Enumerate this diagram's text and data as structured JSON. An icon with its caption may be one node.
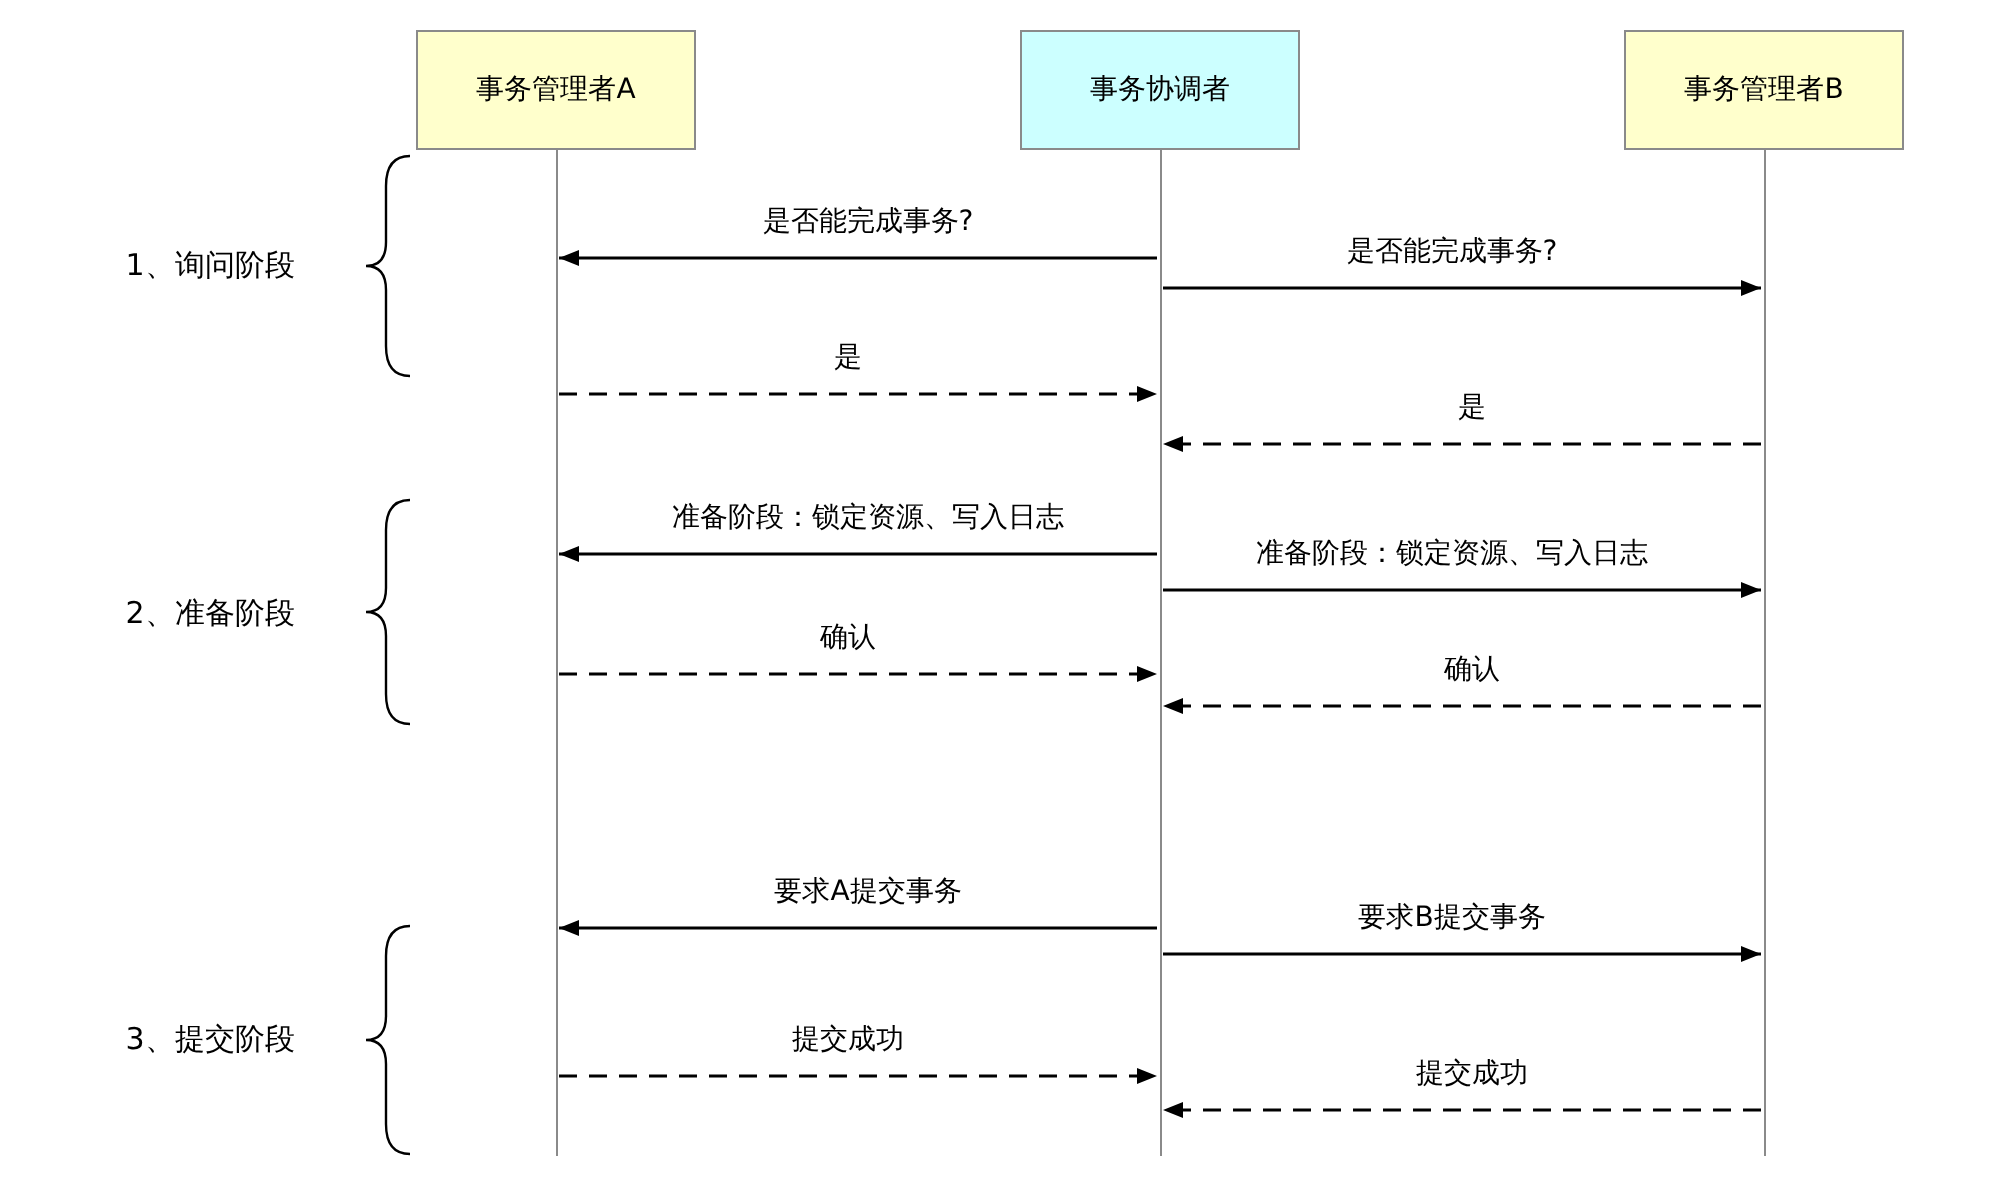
{
  "diagram": {
    "nodes": [
      {
        "text": [
          "事务管理者A"
        ]
      },
      {
        "text": [
          "事务协调者"
        ]
      },
      {
        "text": [
          "事务管理者B"
        ]
      },
      {
        "text": [],
        "shape": "bar"
      },
      {
        "text": [],
        "shape": "bar"
      },
      {
        "text": [],
        "shape": "bar"
      }
    ],
    "edges": [
      {
        "from": 4,
        "to": 3,
        "arrow": "to",
        "label": "是否能完成事务?"
      },
      {
        "from": 4,
        "to": 5,
        "arrow": "to",
        "label": "是否能完成事务?"
      },
      {
        "from": 3,
        "to": 4,
        "arrow": "to",
        "label": "是",
        "style": "dashed"
      },
      {
        "from": 5,
        "to": 4,
        "arrow": "to",
        "label": "是",
        "style": "dashed"
      },
      {
        "from": 4,
        "to": 3,
        "arrow": "to",
        "label": "准备阶段：锁定资源、写入日志"
      },
      {
        "from": 4,
        "to": 5,
        "arrow": "to",
        "label": "准备阶段：锁定资源、写入日志"
      },
      {
        "from": 3,
        "to": 4,
        "arrow": "to",
        "label": "确认",
        "style": "dashed"
      },
      {
        "from": 5,
        "to": 4,
        "arrow": "to",
        "label": "确认",
        "style": "dashed"
      },
      {
        "from": 4,
        "to": 3,
        "arrow": "to",
        "label": "要求A提交事务"
      },
      {
        "from": 4,
        "to": 5,
        "arrow": "to",
        "label": "要求B提交事务"
      },
      {
        "from": 3,
        "to": 4,
        "arrow": "to",
        "label": "提交成功",
        "style": "dashed"
      },
      {
        "from": 5,
        "to": 4,
        "arrow": "to",
        "label": "提交成功",
        "style": "dashed"
      }
    ],
    "labels": [
      "1、询问阶段",
      "2、准备阶段",
      "3、提交阶段"
    ]
  }
}
